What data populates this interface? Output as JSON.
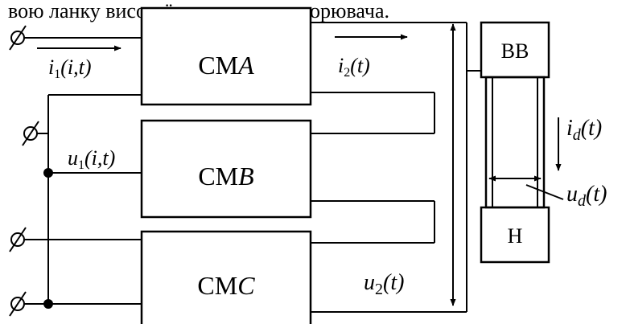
{
  "header": {
    "text": "вою ланку високої частоти перетворювача."
  },
  "blocks": {
    "cma": {
      "prefix": "CM",
      "suffix": "A"
    },
    "cmb": {
      "prefix": "CM",
      "suffix": "B"
    },
    "cmc": {
      "prefix": "CM",
      "suffix": "C"
    },
    "bb": "BB",
    "h": "H"
  },
  "labels": {
    "i1": {
      "var": "i",
      "sub": "1",
      "args": "(i,t)"
    },
    "i2": {
      "var": "i",
      "sub": "2",
      "args": "(t)"
    },
    "u1": {
      "var": "u",
      "sub": "1",
      "args": "(i,t)"
    },
    "u2": {
      "var": "u",
      "sub": "2",
      "args": "(t)"
    },
    "id": {
      "var": "i",
      "sub": "d",
      "args": "(t)"
    },
    "ud": {
      "var": "u",
      "sub": "d",
      "args": "(t)"
    }
  }
}
